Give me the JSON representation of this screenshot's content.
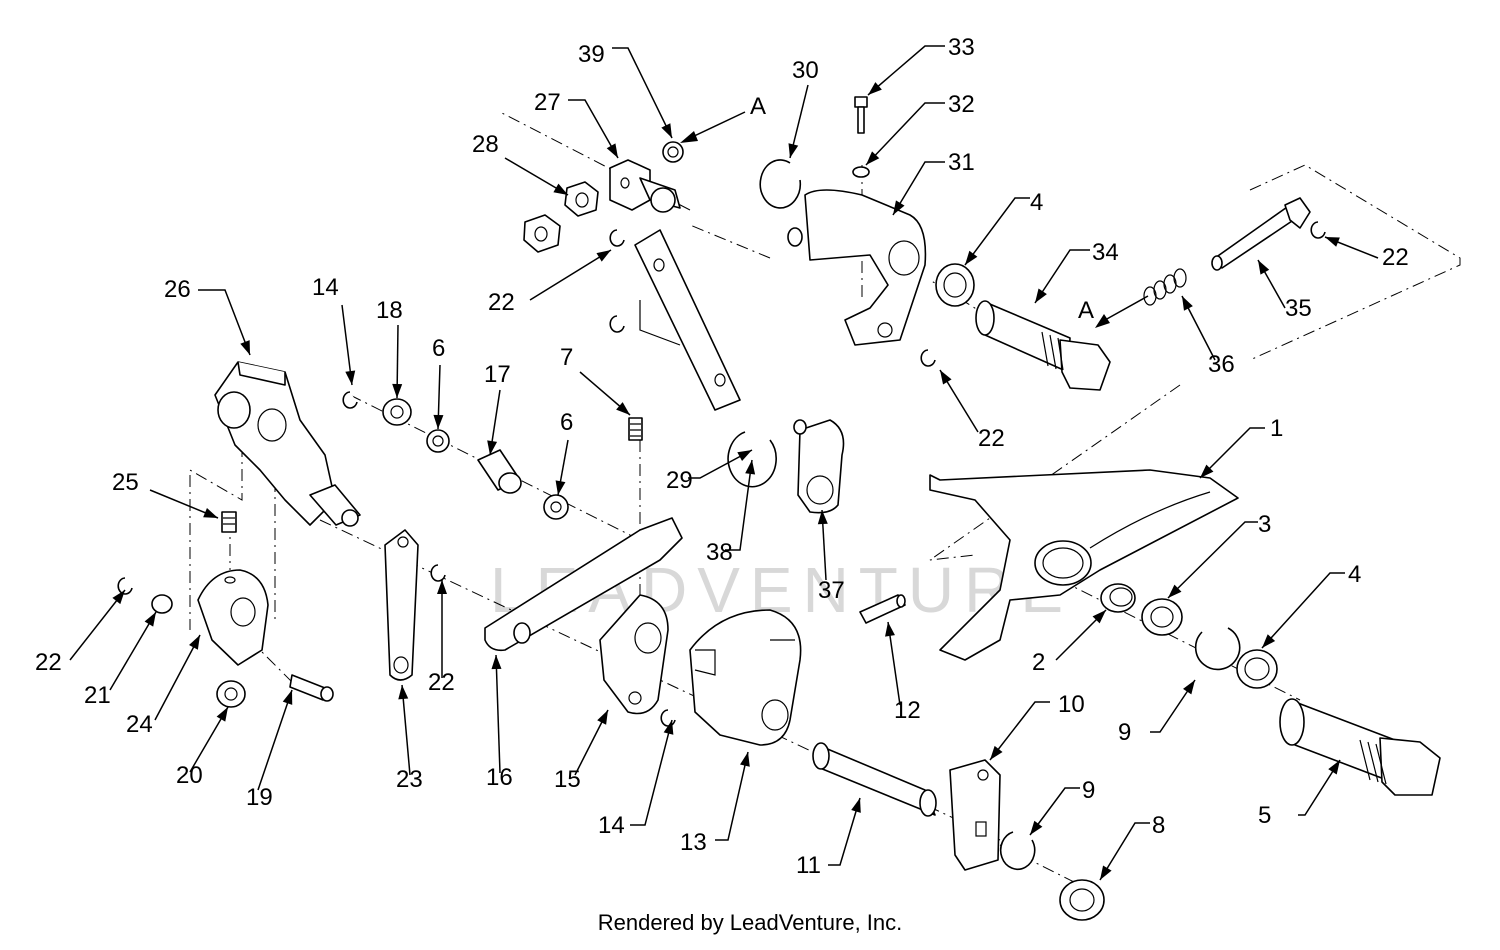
{
  "watermark": "LEADVENTURE",
  "footer": "Rendered by LeadVenture, Inc.",
  "section_marker": "A",
  "callouts": [
    {
      "label": "39"
    },
    {
      "label": "27"
    },
    {
      "label": "28"
    },
    {
      "label": "30"
    },
    {
      "label": "33"
    },
    {
      "label": "32"
    },
    {
      "label": "31"
    },
    {
      "label": "4"
    },
    {
      "label": "34"
    },
    {
      "label": "22"
    },
    {
      "label": "35"
    },
    {
      "label": "36"
    },
    {
      "label": "22"
    },
    {
      "label": "22"
    },
    {
      "label": "26"
    },
    {
      "label": "14"
    },
    {
      "label": "18"
    },
    {
      "label": "6"
    },
    {
      "label": "17"
    },
    {
      "label": "7"
    },
    {
      "label": "6"
    },
    {
      "label": "29"
    },
    {
      "label": "38"
    },
    {
      "label": "37"
    },
    {
      "label": "1"
    },
    {
      "label": "25"
    },
    {
      "label": "3"
    },
    {
      "label": "4"
    },
    {
      "label": "2"
    },
    {
      "label": "22"
    },
    {
      "label": "21"
    },
    {
      "label": "24"
    },
    {
      "label": "20"
    },
    {
      "label": "19"
    },
    {
      "label": "22"
    },
    {
      "label": "23"
    },
    {
      "label": "16"
    },
    {
      "label": "15"
    },
    {
      "label": "14"
    },
    {
      "label": "13"
    },
    {
      "label": "12"
    },
    {
      "label": "10"
    },
    {
      "label": "9"
    },
    {
      "label": "5"
    },
    {
      "label": "11"
    },
    {
      "label": "9"
    },
    {
      "label": "8"
    }
  ]
}
